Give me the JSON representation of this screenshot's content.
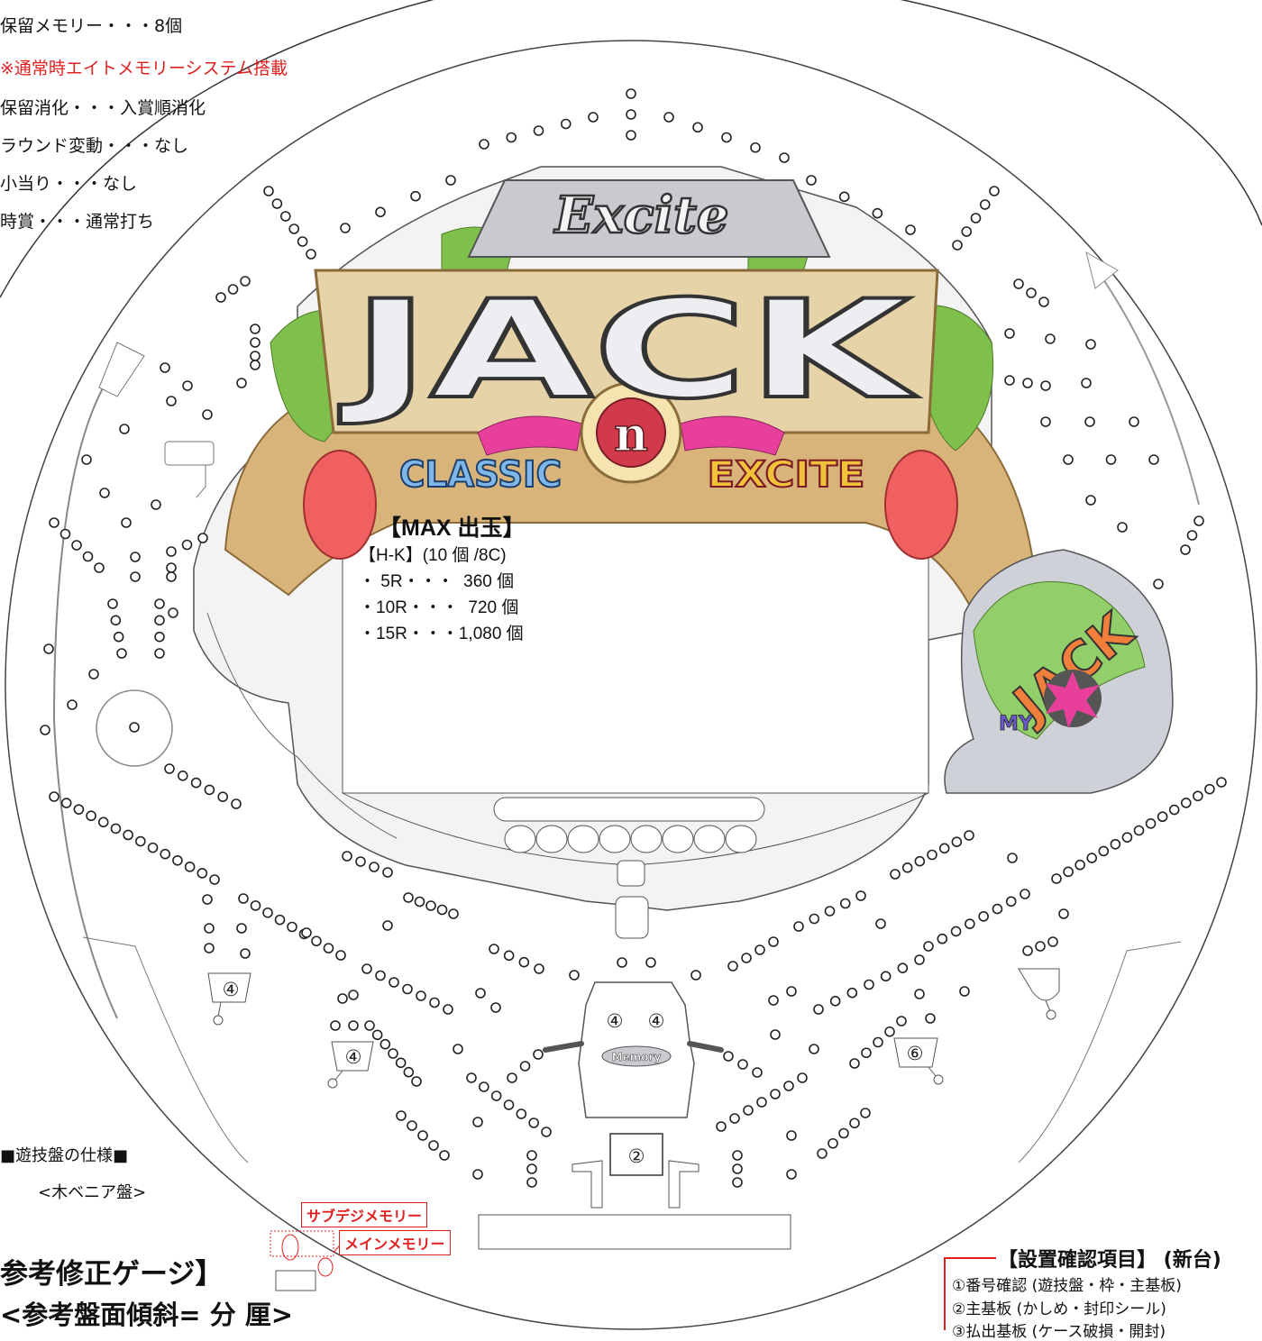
{
  "specs": [
    {
      "text": "保留メモリー・・・8個",
      "color": "black"
    },
    {
      "text": "※通常時エイトメモリーシステム搭載",
      "color": "red"
    },
    {
      "text": "保留消化・・・入賞順消化",
      "color": "black"
    },
    {
      "text": "ラウンド変動・・・なし",
      "color": "black"
    },
    {
      "text": "小当り・・・なし",
      "color": "black"
    },
    {
      "text": "時賞・・・通常打ち",
      "color": "black"
    }
  ],
  "logo": {
    "top": "Excite",
    "main": "JACK",
    "badge": "n",
    "left": "CLASSIC",
    "right": "EXCITE",
    "side": "JACK",
    "side_small": "MY"
  },
  "max_out": {
    "title": "【MAX 出玉】",
    "lines": [
      "【H-K】(10 個 /8C)",
      "・ 5R・・・  360 個",
      "・10R・・・  720 個",
      "・15R・・・1,080 個"
    ]
  },
  "pockets": {
    "left_upper": "④",
    "left_lower": "④",
    "center_left": "④",
    "center_right": "④",
    "right": "⑥",
    "start": "②",
    "memory_badge": "Memory"
  },
  "board_spec": {
    "title": "■遊技盤の仕様■",
    "type": "<木ベニア盤>"
  },
  "memory_labels": {
    "sub": "サブデジメモリー",
    "main": "メインメモリー"
  },
  "gauge": {
    "title": "参考修正ゲージ】",
    "tilt": "<参考盤面傾斜=  分  厘>"
  },
  "check": {
    "title": "【設置確認項目】 (新台)",
    "items": [
      "①番号確認 (遊技盤・枠・主基板)",
      "②主基板 (かしめ・封印シール)",
      "③払出基板 (ケース破損・開封)"
    ]
  },
  "colors": {
    "accent_red": "#e02020",
    "green": "#7fbf4c",
    "gold": "#d9b47a",
    "pink": "#e8409a"
  }
}
